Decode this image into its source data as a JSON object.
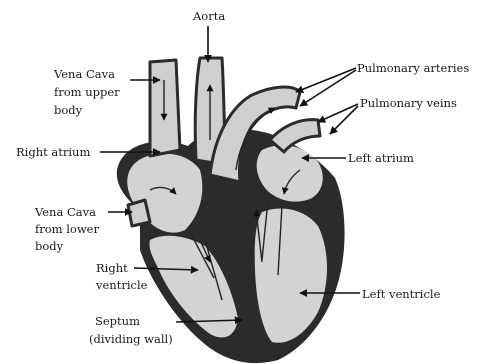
{
  "labels": {
    "aorta": "Aorta",
    "vena_cava_upper_1": "Vena Cava",
    "vena_cava_upper_2": "from upper",
    "vena_cava_upper_3": "body",
    "right_atrium": "Right atrium",
    "vena_cava_lower_1": "Vena Cava",
    "vena_cava_lower_2": "from lower",
    "vena_cava_lower_3": "body",
    "right_ventricle_1": "Right",
    "right_ventricle_2": "ventricle",
    "septum_1": "Septum",
    "septum_2": "(dividing wall)",
    "pulmonary_arteries": "Pulmonary arteries",
    "pulmonary_veins": "Pulmonary veins",
    "left_atrium": "Left atrium",
    "left_ventricle": "Left ventricle"
  },
  "colors": {
    "wall": "#2b2b2b",
    "chamber": "#d3d3d3",
    "background": "#ffffff"
  }
}
